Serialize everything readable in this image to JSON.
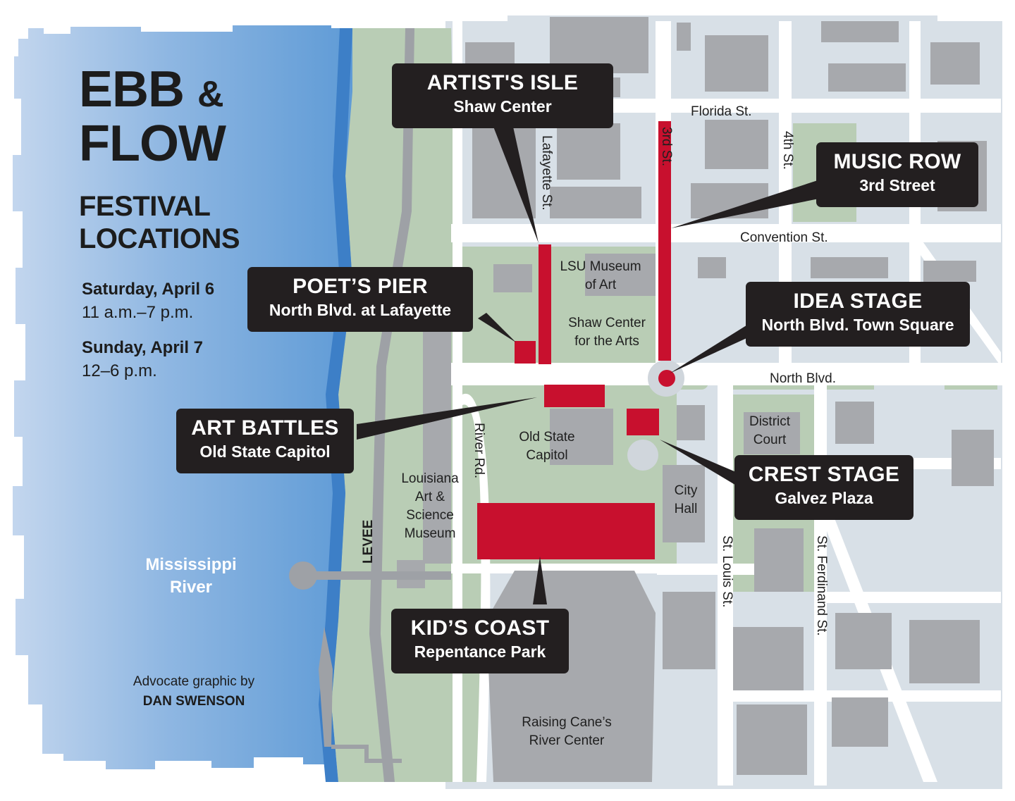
{
  "title": {
    "line1": "EBB",
    "amp": "&",
    "line2": "FLOW",
    "subtitle_line1": "FESTIVAL",
    "subtitle_line2": "LOCATIONS"
  },
  "schedule": [
    {
      "day": "Saturday, April 6",
      "hours": "11 a.m.–7 p.m."
    },
    {
      "day": "Sunday, April 7",
      "hours": "12–6 p.m."
    }
  ],
  "river": {
    "line1": "Mississippi",
    "line2": "River"
  },
  "credit": {
    "line1": "Advocate graphic by",
    "line2": "DAN SWENSON"
  },
  "locations": {
    "artists_isle": {
      "title": "ARTIST'S ISLE",
      "subtitle": "Shaw Center"
    },
    "music_row": {
      "title": "MUSIC ROW",
      "subtitle": "3rd Street"
    },
    "poets_pier": {
      "title": "POET’S PIER",
      "subtitle": "North Blvd. at Lafayette"
    },
    "idea_stage": {
      "title": "IDEA STAGE",
      "subtitle": "North Blvd. Town Square"
    },
    "art_battles": {
      "title": "ART BATTLES",
      "subtitle": "Old State Capitol"
    },
    "crest_stage": {
      "title": "CREST STAGE",
      "subtitle": "Galvez Plaza"
    },
    "kids_coast": {
      "title": "KID’S COAST",
      "subtitle": "Repentance Park"
    }
  },
  "streets": {
    "florida": "Florida St.",
    "third": "3rd St.",
    "fourth": "4th St.",
    "lafayette": "Lafayette St.",
    "convention": "Convention St.",
    "north_blvd": "North Blvd.",
    "river_rd": "River Rd.",
    "st_louis": "St. Louis St.",
    "st_ferdinand": "St. Ferdinand St.",
    "levee": "LEVEE"
  },
  "places": {
    "lsu_museum": {
      "line1": "LSU Museum",
      "line2": "of Art"
    },
    "shaw_center": {
      "line1": "Shaw Center",
      "line2": "for the Arts"
    },
    "old_capitol": {
      "line1": "Old State",
      "line2": "Capitol"
    },
    "lasm": {
      "line1": "Louisiana",
      "line2": "Art &",
      "line3": "Science",
      "line4": "Museum"
    },
    "district_court": {
      "line1": "District",
      "line2": "Court"
    },
    "city_hall": {
      "line1": "City",
      "line2": "Hall"
    },
    "river_center": {
      "line1": "Raising Cane’s",
      "line2": "River Center"
    }
  },
  "colors": {
    "river": "#7fb0de",
    "levee_green": "#b9cdb5",
    "block": "#d8e0e7",
    "building": "#a7a9ad",
    "road": "#ffffff",
    "venue_red": "#c8102e",
    "callout_bg": "#231f20",
    "text": "#1c1c1c"
  }
}
